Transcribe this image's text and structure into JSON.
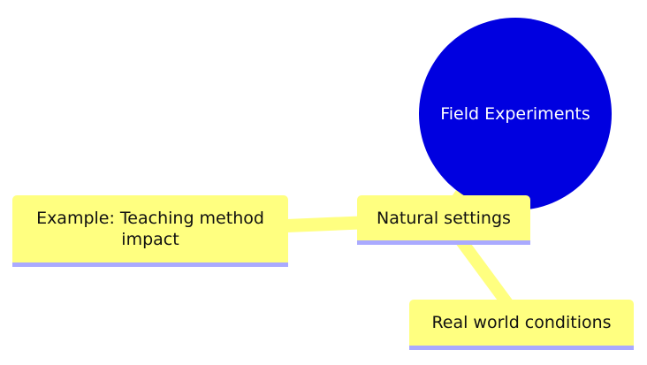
{
  "colors": {
    "root_fill": "#0000e0",
    "root_text": "#ffffff",
    "node_fill": "#ffff80",
    "node_shadow": "#aaaaff",
    "link": "#ffff80",
    "text": "#111111"
  },
  "mindmap": {
    "root": {
      "label": "Field Experiments"
    },
    "nodes": [
      {
        "id": "natural",
        "label": "Natural settings",
        "parent": "root"
      },
      {
        "id": "example",
        "label": "Example: Teaching method impact",
        "parent": "natural"
      },
      {
        "id": "realworld",
        "label": "Real world conditions",
        "parent": "natural"
      }
    ]
  }
}
